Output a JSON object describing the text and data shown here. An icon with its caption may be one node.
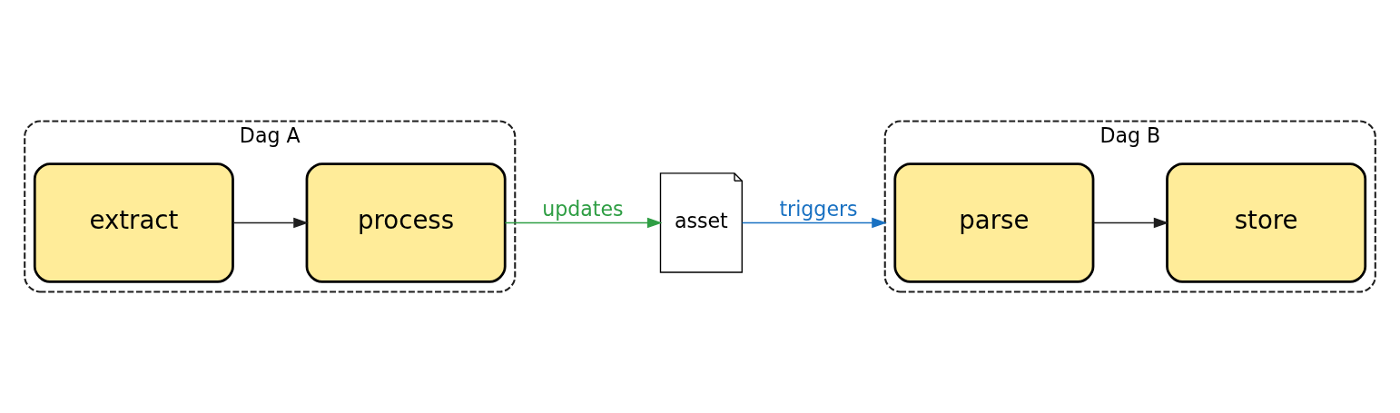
{
  "diagram": {
    "nodes": [
      {
        "text": [
          "Dag A"
        ]
      },
      {
        "text": [
          "extract"
        ],
        "in": 0
      },
      {
        "text": [
          "process"
        ],
        "in": 0
      },
      {
        "text": [
          "Dag B"
        ]
      },
      {
        "text": [
          "parse"
        ],
        "in": 3
      },
      {
        "text": [
          "store"
        ],
        "in": 3
      },
      {
        "text": [
          "asset"
        ]
      }
    ],
    "edges": [
      {
        "from": 1,
        "to": 2,
        "arrow": "to"
      },
      {
        "from": 2,
        "to": 6,
        "arrow": "to",
        "label": "updates",
        "color": "#2f9e44"
      },
      {
        "from": 6,
        "to": 3,
        "arrow": "to",
        "label": "triggers",
        "color": "#1971c2"
      },
      {
        "from": 4,
        "to": 5,
        "arrow": "to"
      }
    ]
  }
}
